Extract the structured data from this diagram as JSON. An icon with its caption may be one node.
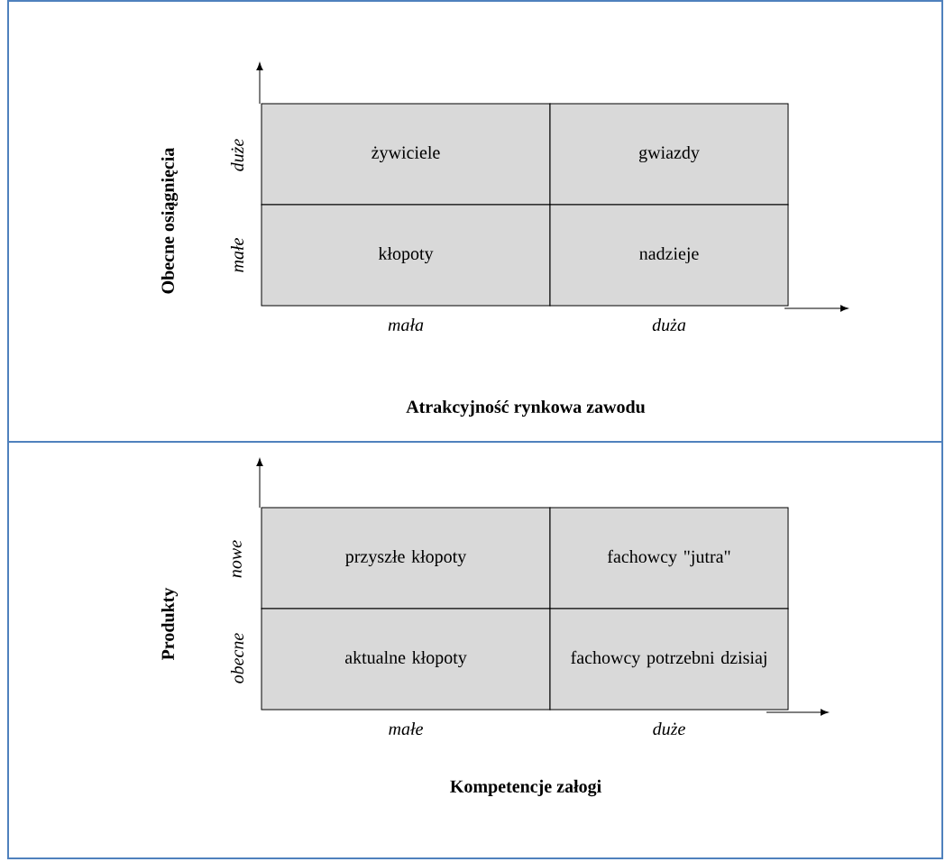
{
  "diagram": {
    "nodes": [
      {
        "text": [
          "żywiciele"
        ]
      },
      {
        "text": [
          "gwiazdy"
        ]
      },
      {
        "text": [
          "kłopoty"
        ]
      },
      {
        "text": [
          "nadzieje"
        ]
      },
      {
        "text": [
          "przyszłe kłopoty"
        ]
      },
      {
        "text": [
          "fachowcy \"jutra\""
        ]
      },
      {
        "text": [
          "aktualne kłopoty"
        ]
      },
      {
        "text": [
          "fachowcy potrzebni dzisiaj"
        ]
      }
    ],
    "labels": [
      "Obecne osiągnięcia",
      "duże",
      "małe",
      "mała",
      "duża",
      "Atrakcyjność rynkowa zawodu",
      "Produkty",
      "nowe",
      "obecne",
      "małe",
      "duże",
      "Kompetencje załogi"
    ]
  }
}
